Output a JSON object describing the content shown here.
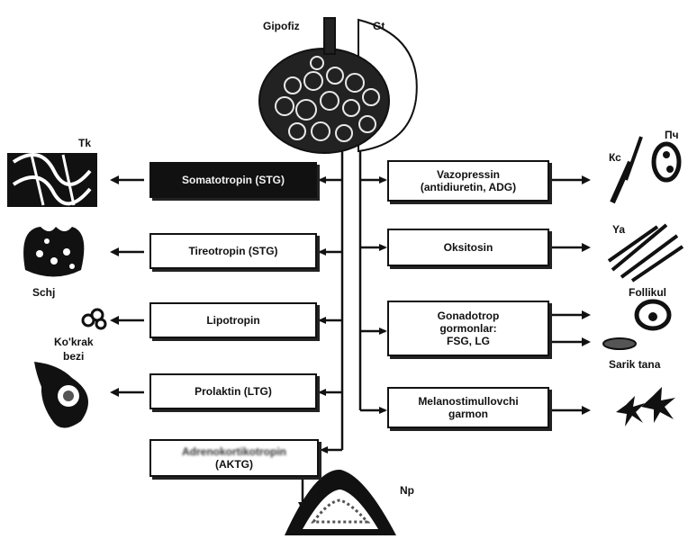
{
  "labels": {
    "gipofiz": "Gipofiz",
    "gt": "Gt",
    "tk": "Tk",
    "schj": "Schj",
    "kokrak_line1": "Ko'krak",
    "kokrak_line2": "bezi",
    "kc": "Кс",
    "pch": "Пч",
    "ya": "Ya",
    "follikul": "Follikul",
    "sariq_tana": "Sarik tana",
    "np": "Np"
  },
  "left_boxes": {
    "somatotropin": "Somatotropin (STG)",
    "tireotropin": "Tireotropin (STG)",
    "lipotropin": "Lipotropin",
    "prolaktin": "Prolaktin (LTG)",
    "aktg_line1": "Adrenokortikotropin",
    "aktg_line2": "(AKTG)"
  },
  "right_boxes": {
    "vazopressin_line1": "Vazopressin",
    "vazopressin_line2": "(antidiuretin, ADG)",
    "oksitosin": "Oksitosin",
    "gonadotrop_line1": "Gonadotrop",
    "gonadotrop_line2": "gormonlar:",
    "gonadotrop_line3": "FSG, LG",
    "melano_line1": "Melanostimullovchi",
    "melano_line2": "garmon"
  }
}
